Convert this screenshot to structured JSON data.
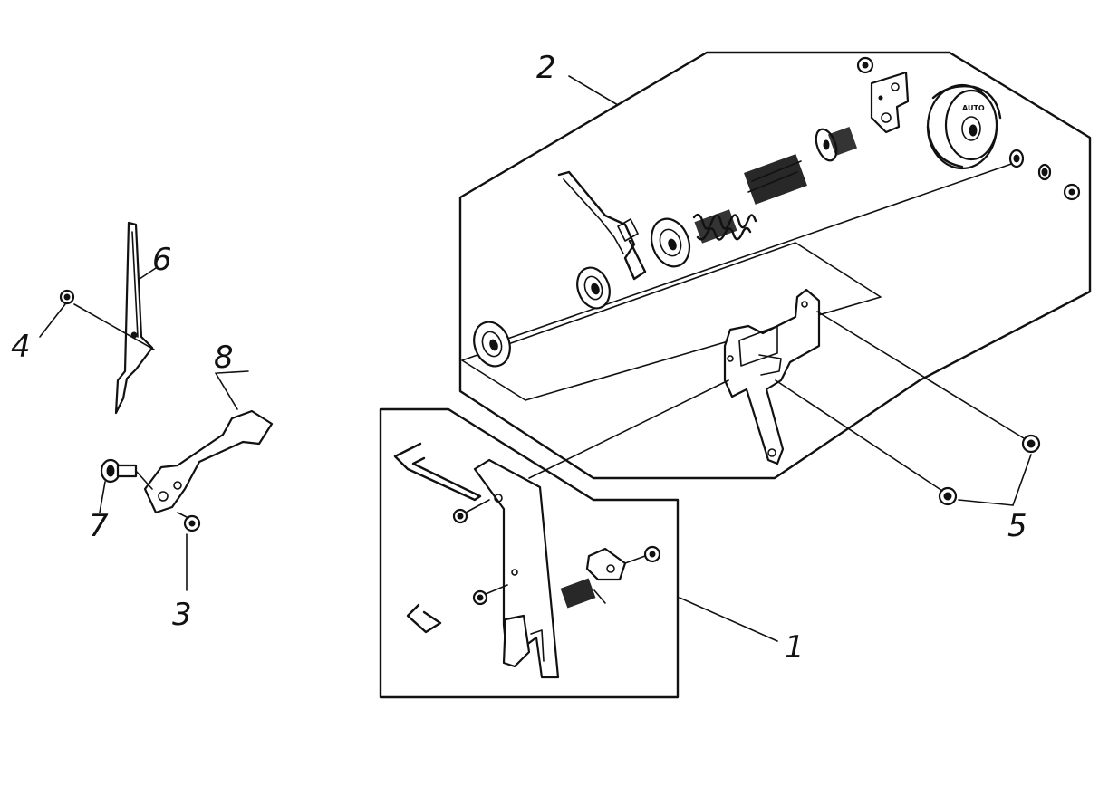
{
  "diagram": {
    "callouts": [
      {
        "id": "c1",
        "label": "1"
      },
      {
        "id": "c2",
        "label": "2"
      },
      {
        "id": "c3",
        "label": "3"
      },
      {
        "id": "c4",
        "label": "4"
      },
      {
        "id": "c5",
        "label": "5"
      },
      {
        "id": "c6",
        "label": "6"
      },
      {
        "id": "c7",
        "label": "7"
      },
      {
        "id": "c8",
        "label": "8"
      }
    ],
    "knob_marking": "AUTO"
  }
}
